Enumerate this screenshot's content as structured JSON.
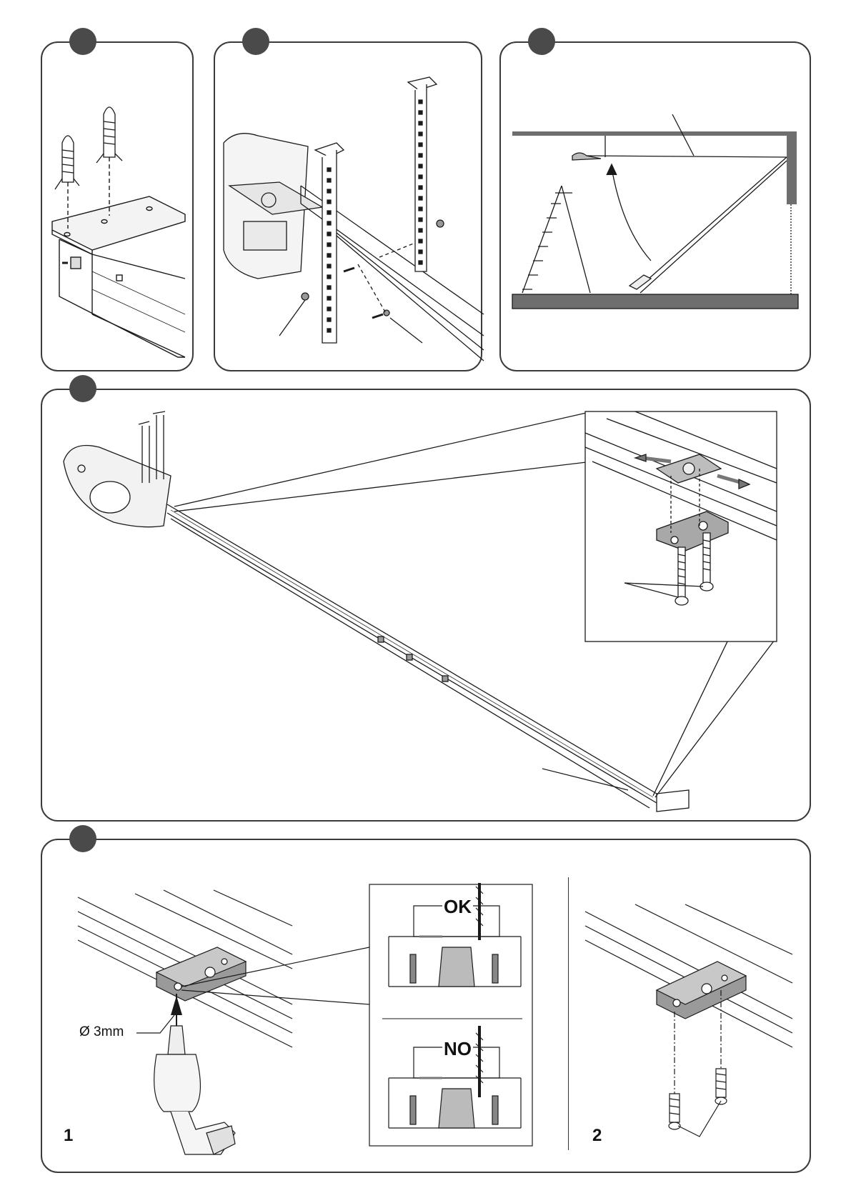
{
  "labels": {
    "ok": "OK",
    "no": "NO",
    "drill_diameter": "Ø 3mm",
    "step_1": "1",
    "step_2": "2"
  },
  "colors": {
    "line": "#1a1a1a",
    "panel_border": "#3a3a3a",
    "step_dot": "#4a4a4a",
    "gray_fill": "#6e6e6e",
    "light_fill": "#d9d9d9"
  },
  "icons": [
    "dowel-icon",
    "drill-icon",
    "screw-icon",
    "arrow-icon",
    "ladder-icon"
  ]
}
